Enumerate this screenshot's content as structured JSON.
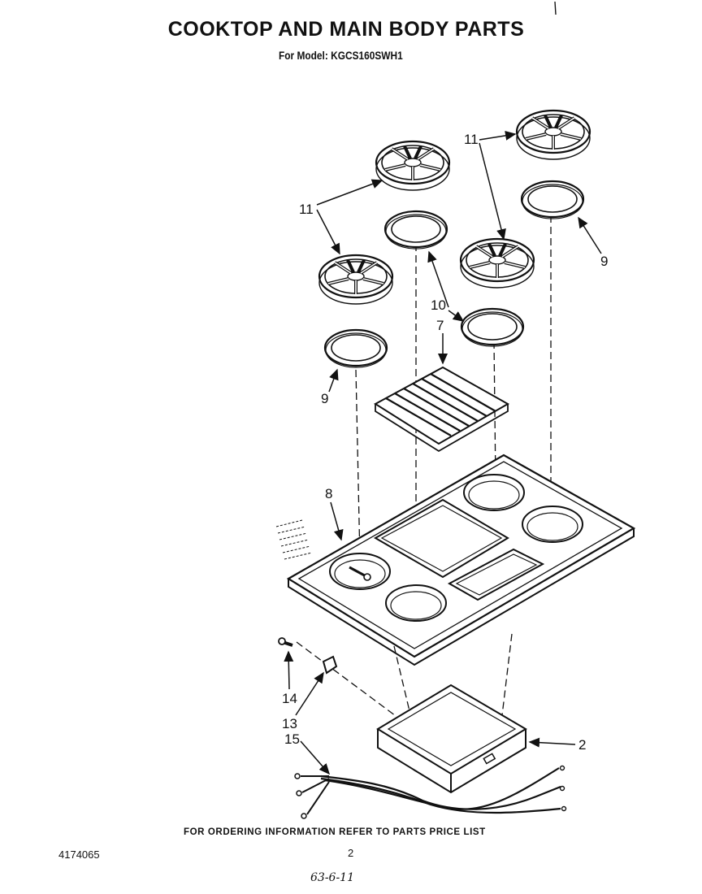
{
  "header": {
    "title": "COOKTOP AND MAIN BODY PARTS",
    "model_line": "For Model: KGCS160SWH1"
  },
  "footer": {
    "ordering_note": "FOR ORDERING INFORMATION REFER TO PARTS PRICE LIST",
    "document_number": "4174065",
    "page_number": "2",
    "handwritten_note": "63-6-11"
  },
  "callouts": {
    "c11a": "11",
    "c11b": "11",
    "c9a": "9",
    "c9b": "9",
    "c10": "10",
    "c7": "7",
    "c8": "8",
    "c2": "2",
    "c14": "14",
    "c13": "13",
    "c15": "15"
  },
  "colors": {
    "ink": "#111111",
    "paper": "#ffffff"
  }
}
